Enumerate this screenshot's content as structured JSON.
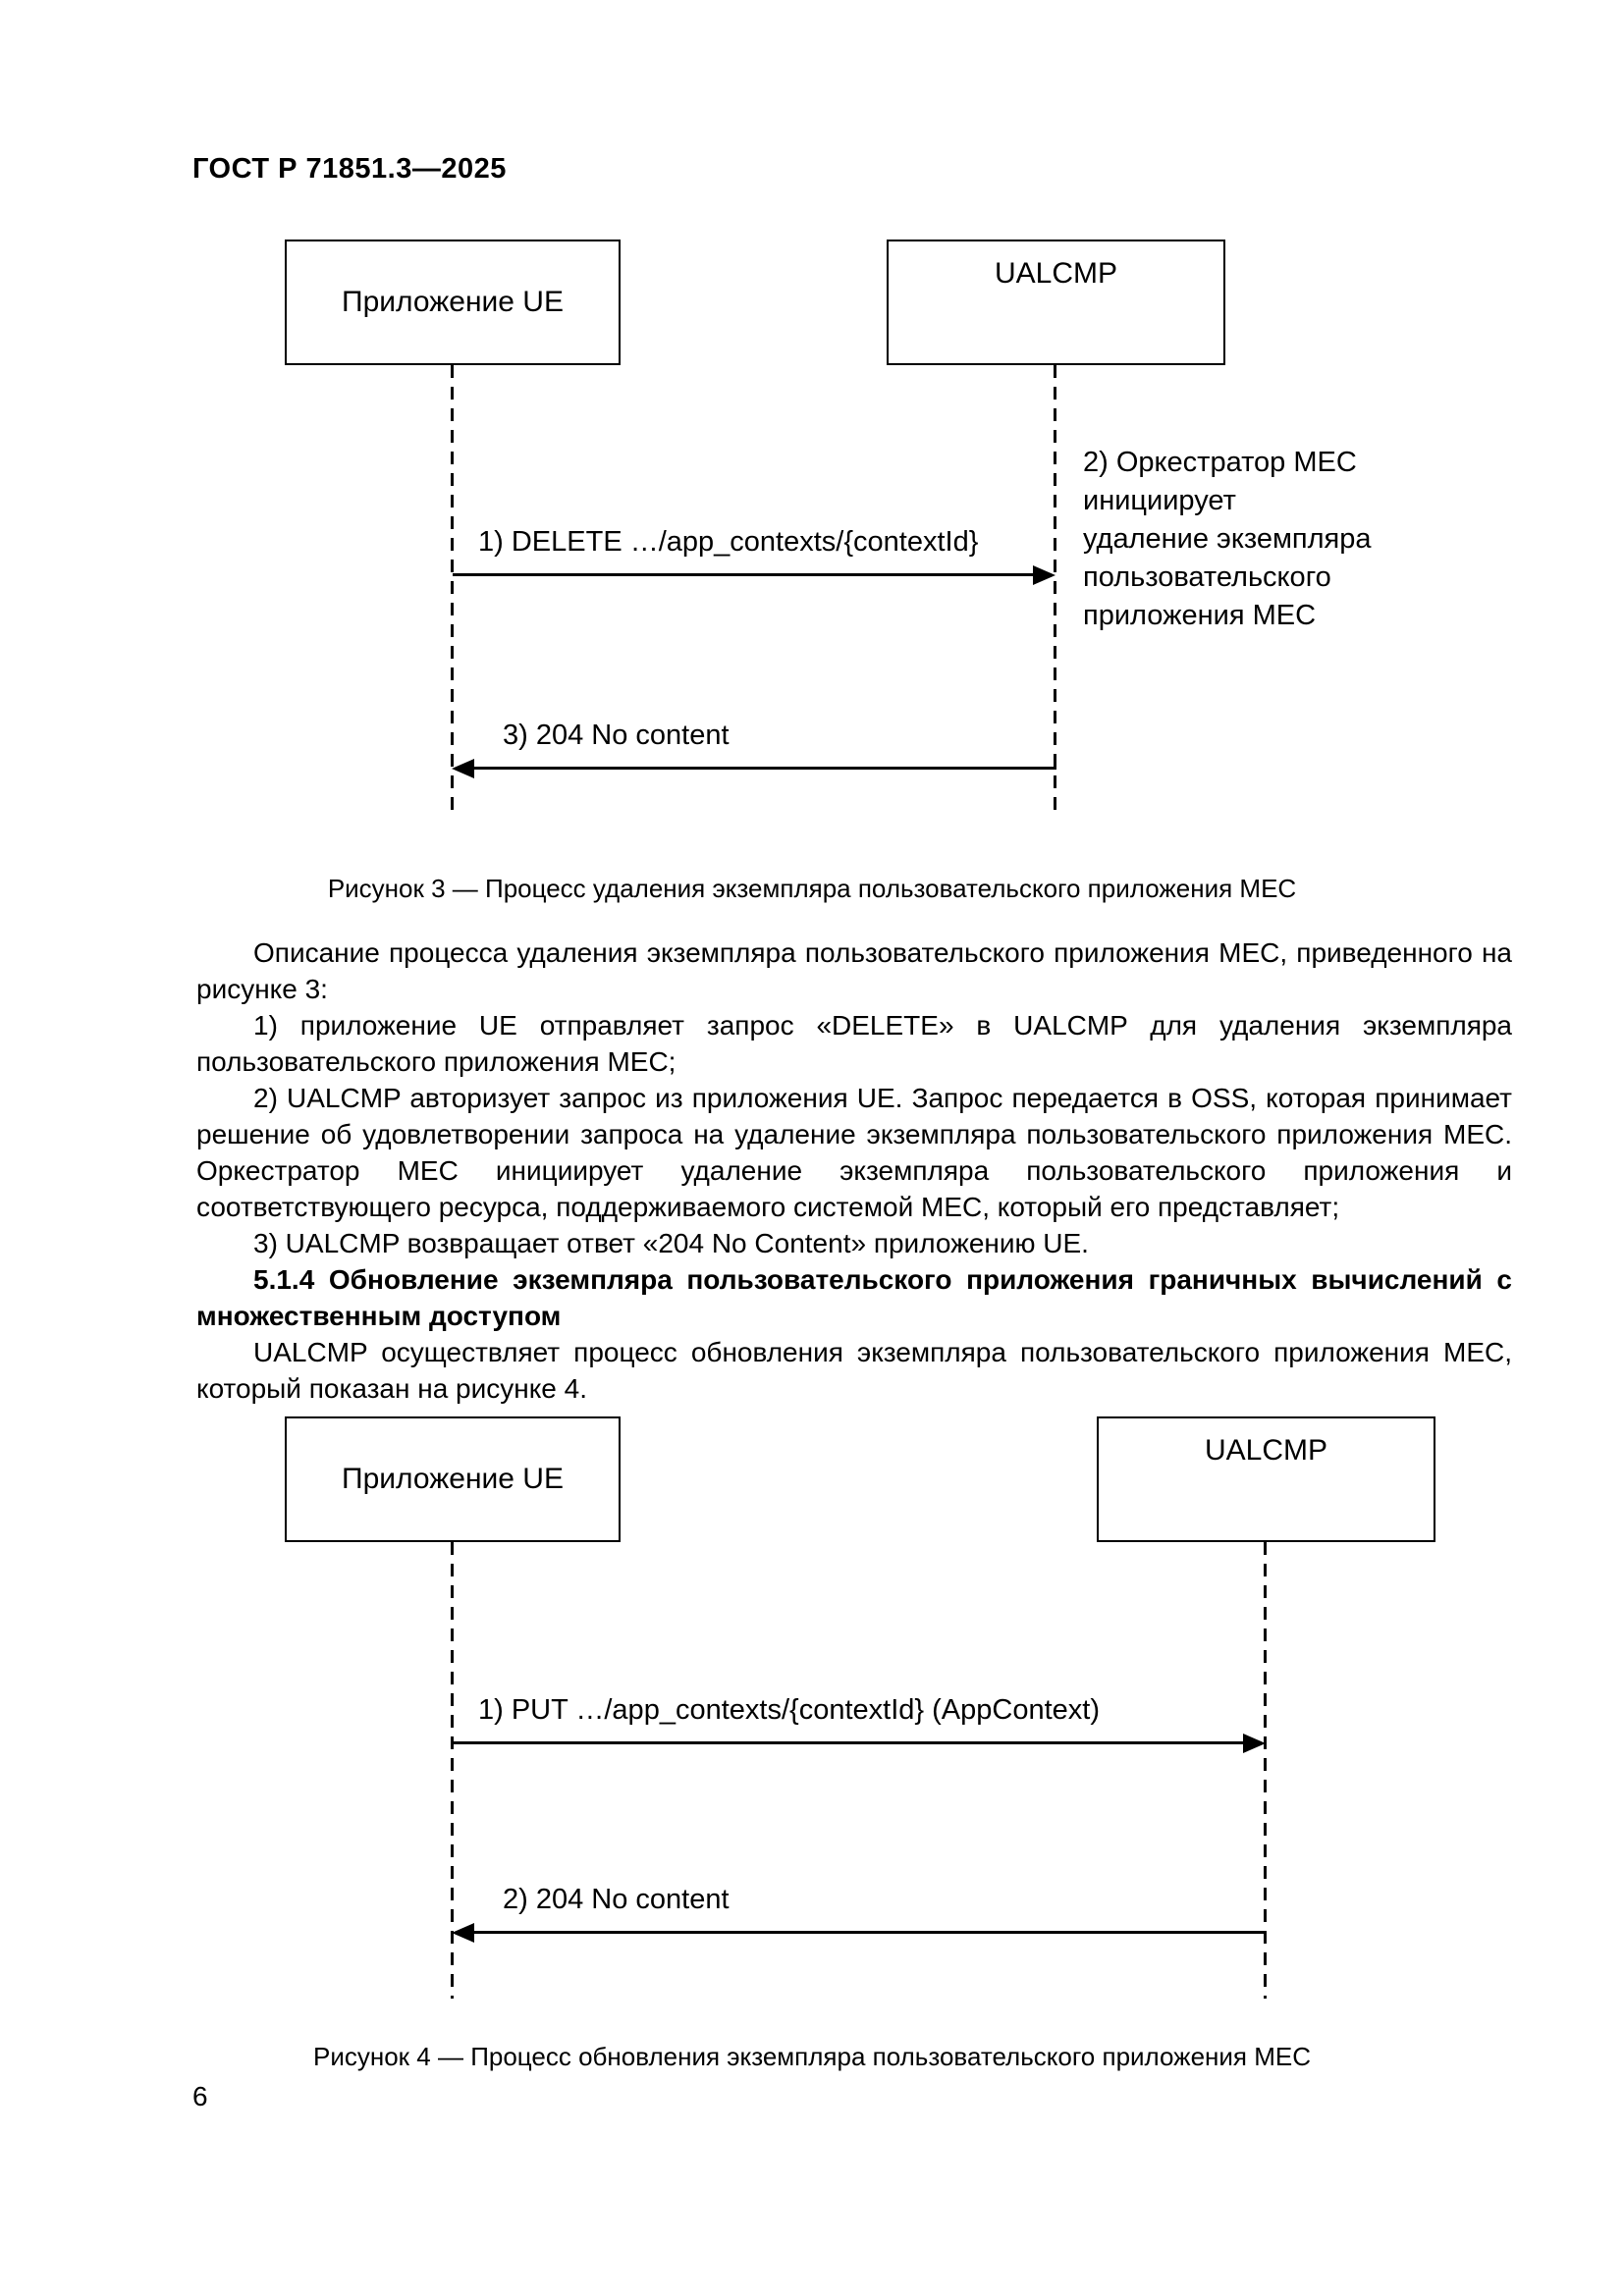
{
  "page": {
    "header": "ГОСТ Р 71851.3—2025",
    "page_number": "6"
  },
  "figure3": {
    "actor_left": "Приложение UE",
    "actor_right": "UALCMP",
    "message1": "1) DELETE …/app_contexts/{contextId}",
    "note": "2) Оркестратор MEC\nинициирует\nудаление экземпляра\nпользовательского\nприложения MEC",
    "message3": "3) 204 No content",
    "caption": "Рисунок 3 — Процесс удаления экземпляра пользовательского приложения MEC"
  },
  "body": {
    "p1": "Описание процесса удаления экземпляра пользовательского приложения MEC, приведенного на рисунке 3:",
    "p2": "1) приложение UE отправляет запрос «DELETE» в UALCMP для удаления экземпляра пользовательского приложения MEC;",
    "p3": "2) UALCMP авторизует запрос из приложения UE. Запрос передается в OSS, которая принимает решение об удовлетворении запроса на удаление экземпляра пользовательского приложения MEC. Оркестратор MEC инициирует удаление экземпляра пользовательского приложения и соответствующего ресурса, поддерживаемого системой MEC, который его представляет;",
    "p4": "3) UALCMP возвращает ответ «204 No Content» приложению UE.",
    "heading": "5.1.4 Обновление экземпляра пользовательского приложения граничных вычислений с множественным доступом",
    "p5": "UALCMP осуществляет процесс обновления экземпляра пользовательского приложения MEC, который показан на рисунке 4."
  },
  "figure4": {
    "actor_left": "Приложение UE",
    "actor_right": "UALCMP",
    "message1": "1) PUT …/app_contexts/{contextId} (AppContext)",
    "message2": "2) 204 No content",
    "caption": "Рисунок 4 — Процесс обновления экземпляра пользовательского приложения MEC"
  }
}
